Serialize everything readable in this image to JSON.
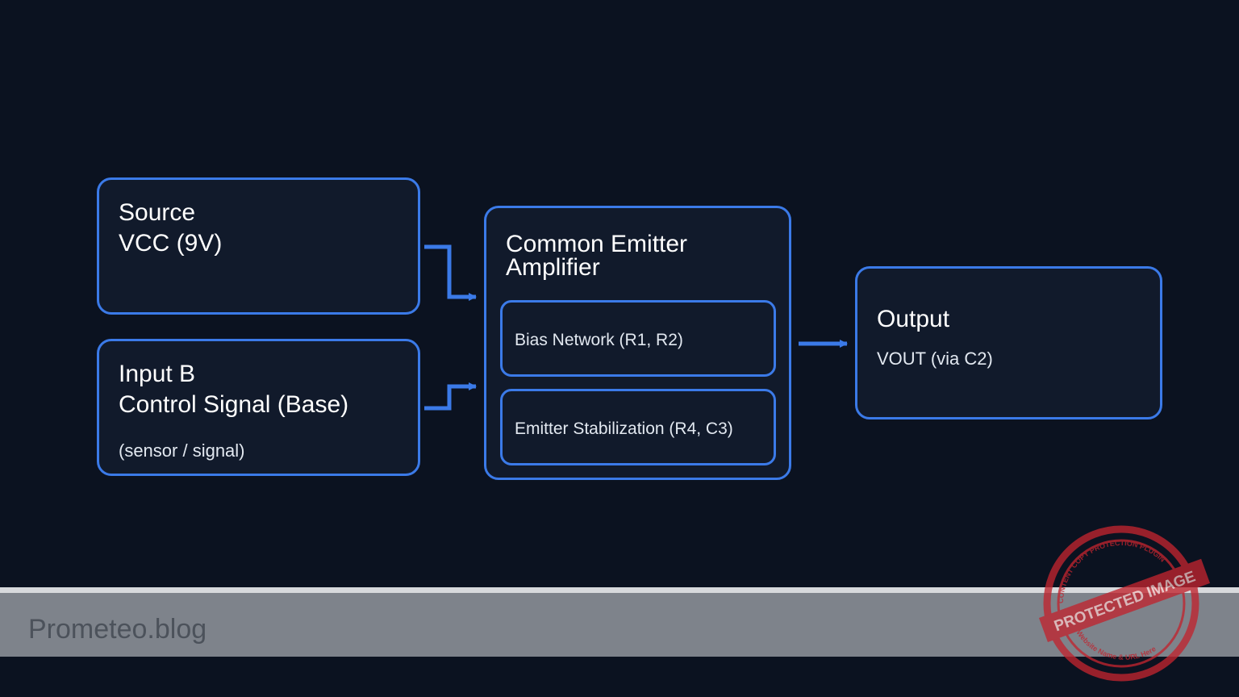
{
  "nodes": {
    "source": {
      "title": "Source",
      "detail": "VCC (9V)"
    },
    "input": {
      "title": "Input B",
      "detail": "Control Signal (Base)",
      "note": "(sensor / signal)"
    },
    "amplifier": {
      "title_line1": "Common Emitter",
      "title_line2": "Amplifier",
      "blocks": [
        {
          "label": "Bias Network (R1, R2)"
        },
        {
          "label": "Emitter Stabilization (R4, C3)"
        }
      ]
    },
    "output": {
      "title": "Output",
      "detail": "VOUT (via C2)"
    }
  },
  "footer": {
    "brand": "Prometeo.blog"
  },
  "watermark": {
    "banner": "PROTECTED IMAGE",
    "ring_top": "CONTENT COPY PROTECTION PLUGIN",
    "ring_bottom": "My Website Name & URL Here"
  },
  "colors": {
    "background": "#0b1220",
    "box_fill": "#111a2b",
    "accent": "#3b7ae8",
    "footer": "#7e838b",
    "stamp": "#c0252f"
  }
}
